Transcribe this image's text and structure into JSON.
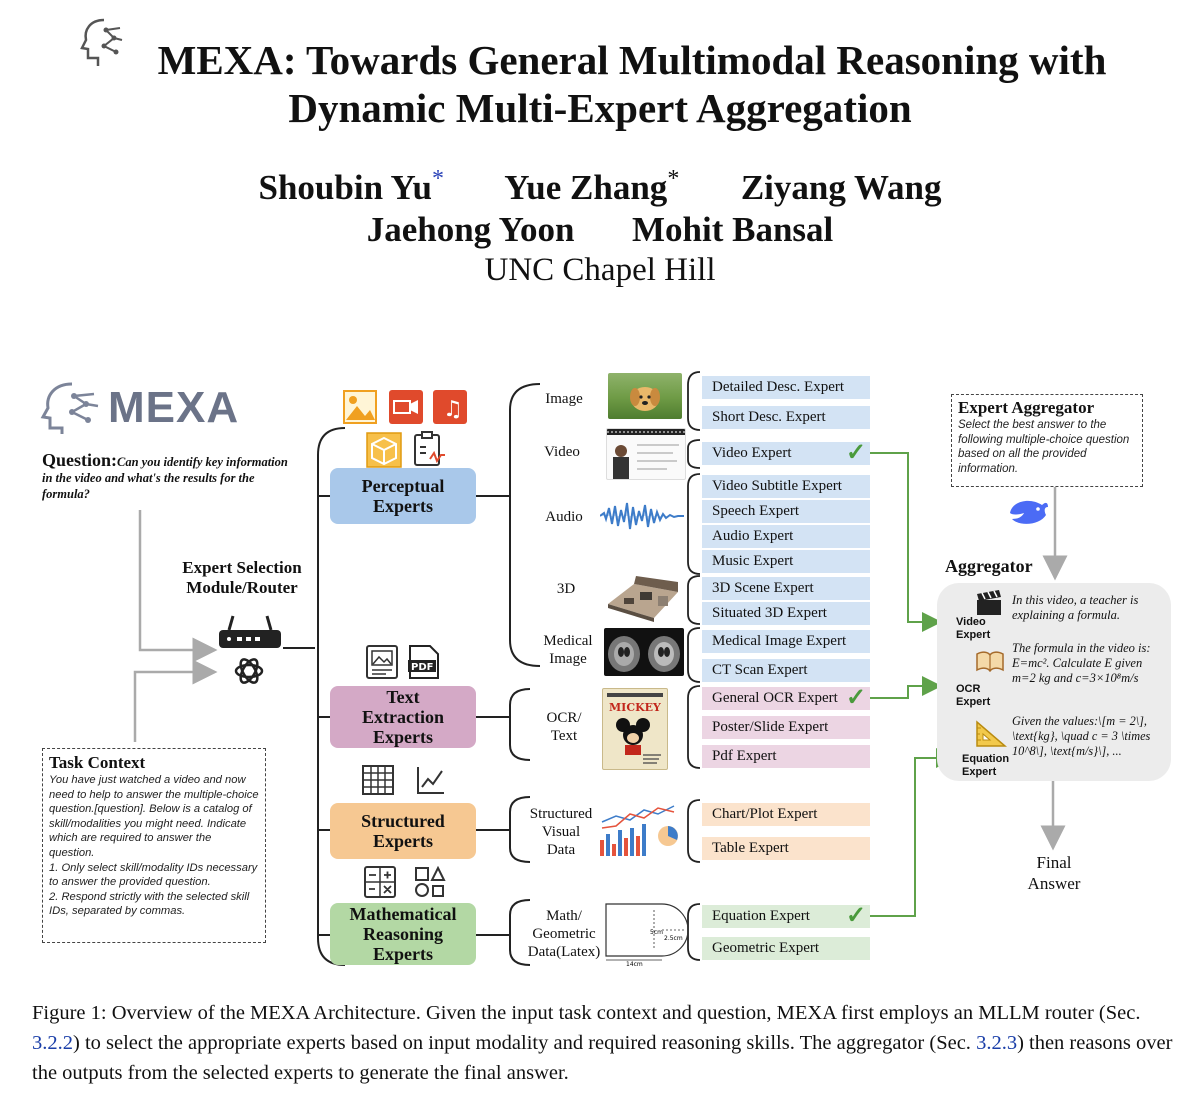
{
  "paper": {
    "title_line1": "MEXA: Towards General Multimodal Reasoning with",
    "title_line2": "Dynamic Multi-Expert Aggregation",
    "author1": "Shoubin Yu",
    "author2": "Yue Zhang",
    "author3": "Ziyang Wang",
    "author4": "Jaehong Yoon",
    "author5": "Mohit Bansal",
    "star": "*",
    "affiliation": "UNC Chapel Hill"
  },
  "figure": {
    "logo_text": "MEXA",
    "question_label": "Question:",
    "question_text": "Can you identify key information in the video and what's the results for the formula?",
    "router_label_line1": "Expert Selection",
    "router_label_line2": "Module/Router",
    "task_context_title": "Task Context",
    "task_context_text": "You have just watched a video and now need to help to answer the multiple-choice question.[question]. Below is a catalog of skill/modalities you might need. Indicate which are required to answer the question.\n1. Only select skill/modality IDs necessary to answer the provided question.\n2. Respond strictly with the selected skill IDs, separated by commas.",
    "categories": {
      "perceptual": [
        "Perceptual",
        "Experts"
      ],
      "text": [
        "Text",
        "Extraction",
        "Experts"
      ],
      "structured": [
        "Structured",
        "Experts"
      ],
      "math": [
        "Mathematical",
        "Reasoning",
        "Experts"
      ]
    },
    "modalities": {
      "image": "Image",
      "video": "Video",
      "audio": "Audio",
      "three_d": "3D",
      "medical": [
        "Medical",
        "Image"
      ],
      "ocr": [
        "OCR/",
        "Text"
      ],
      "structured": [
        "Structured",
        "Visual",
        "Data"
      ],
      "math": [
        "Math/",
        "Geometric",
        "Data(Latex)"
      ]
    },
    "experts": {
      "detailed": "Detailed Desc. Expert",
      "short": "Short Desc. Expert",
      "video": "Video Expert",
      "subtitle": "Video Subtitle Expert",
      "speech": "Speech Expert",
      "audio": "Audio Expert",
      "music": "Music Expert",
      "scene3d": "3D Scene Expert",
      "situated3d": "Situated 3D Expert",
      "medical": "Medical Image Expert",
      "ct": "CT Scan Expert",
      "ocr": "General OCR Expert",
      "poster": "Poster/Slide Expert",
      "pdf": "Pdf Expert",
      "chart": "Chart/Plot Expert",
      "table": "Table Expert",
      "equation": "Equation Expert",
      "geometric": "Geometric Expert"
    },
    "check": "✓",
    "aggregator_box_title": "Expert Aggregator",
    "aggregator_box_text": "Select the best answer to the following multiple-choice question based on all the provided information.",
    "aggregator_label": "Aggregator",
    "agg_video_tag": [
      "Video",
      "Expert"
    ],
    "agg_ocr_tag": [
      "OCR",
      "Expert"
    ],
    "agg_eq_tag": [
      "Equation",
      "Expert"
    ],
    "agg_text1": "In this video, a teacher is explaining a formula.",
    "agg_text2": "The formula in the video is: E=mc². Calculate E given m=2 kg and c=3×10⁸m/s",
    "agg_text3": "Given the values:\\[m = 2\\], \\text{kg}, \\quad c = 3 \\times 10^8\\], \\text{m/s}\\], ...",
    "final_answer": [
      "Final",
      "Answer"
    ],
    "geo_dims": {
      "h": "5cm",
      "r": "2.5cm",
      "w": "14cm"
    },
    "pdf_icon_text": "PDF"
  },
  "caption": {
    "part1": "Figure 1: Overview of the MEXA Architecture. Given the input task context and question, MEXA first employs an MLLM router (Sec. ",
    "ref1": "3.2.2",
    "part2": ") to select the appropriate experts based on input modality and required reasoning skills. The aggregator (Sec. ",
    "ref2": "3.2.3",
    "part3": ") then reasons over the outputs from the selected experts to generate the final answer."
  },
  "colors": {
    "perceptual": "#a9c8ea",
    "text": "#d4a9c6",
    "structured": "#f6c892",
    "math": "#b3d8a4",
    "arrow_green": "#5fa24a",
    "logo": "#6b7388"
  }
}
